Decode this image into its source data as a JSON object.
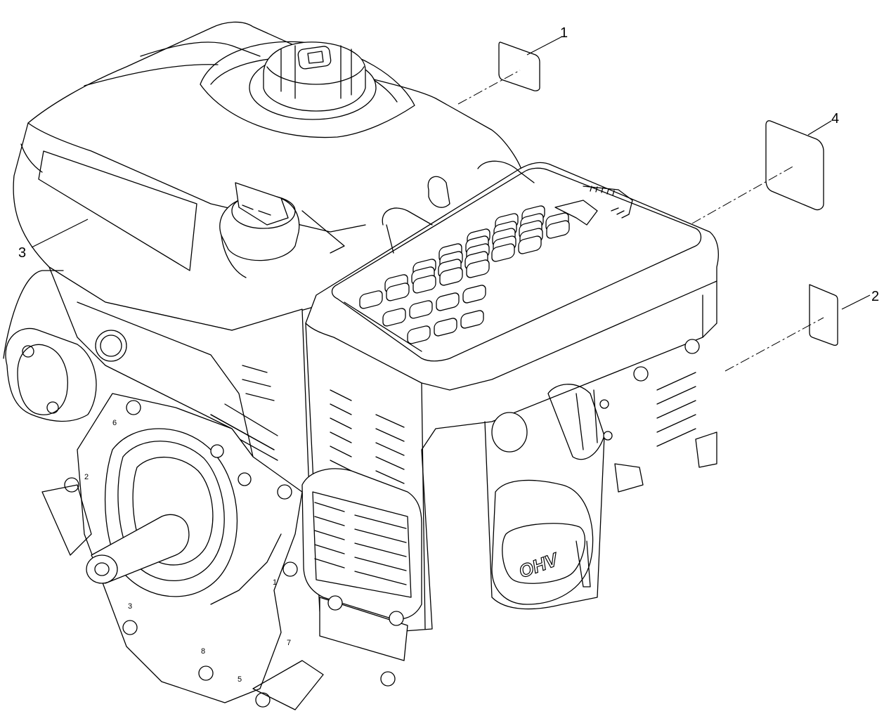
{
  "callouts": [
    {
      "id": "1",
      "label": "1"
    },
    {
      "id": "2",
      "label": "2"
    },
    {
      "id": "3",
      "label": "3"
    },
    {
      "id": "4",
      "label": "4"
    }
  ],
  "engine_marks": {
    "badge": "OHV",
    "bolt_numbers": [
      "6",
      "2",
      "3",
      "8",
      "5",
      "7",
      "1"
    ]
  },
  "colors": {
    "line": "#000000",
    "background": "#ffffff"
  }
}
